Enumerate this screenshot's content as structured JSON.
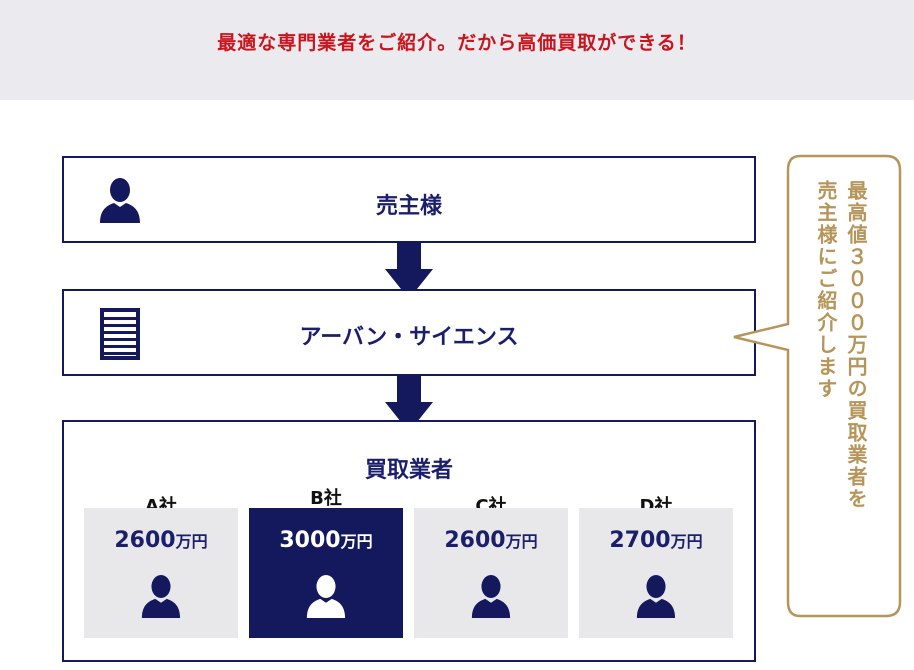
{
  "banner": {
    "text": "最適な専門業者をご紹介。だから高価買取ができる！"
  },
  "diagram": {
    "seller": {
      "label": "売主様"
    },
    "agent": {
      "label": "アーバン・サイエンス"
    },
    "buyers": {
      "title": "買取業者",
      "unit": "万円",
      "items": [
        {
          "name": "A社",
          "price": "2600",
          "selected": false
        },
        {
          "name": "B社",
          "price": "3000",
          "selected": true
        },
        {
          "name": "C社",
          "price": "2600",
          "selected": false
        },
        {
          "name": "D社",
          "price": "2700",
          "selected": false
        }
      ]
    },
    "callout": {
      "line1": "最高値３０００万円の買取業者を",
      "line2": "売主様にご紹介します"
    }
  },
  "colors": {
    "navy": "#14185c",
    "red": "#c8151d",
    "gold": "#b5955a",
    "card_bg": "#e8e8eb"
  },
  "icons": [
    "person-icon",
    "building-icon",
    "arrow-down-icon"
  ]
}
